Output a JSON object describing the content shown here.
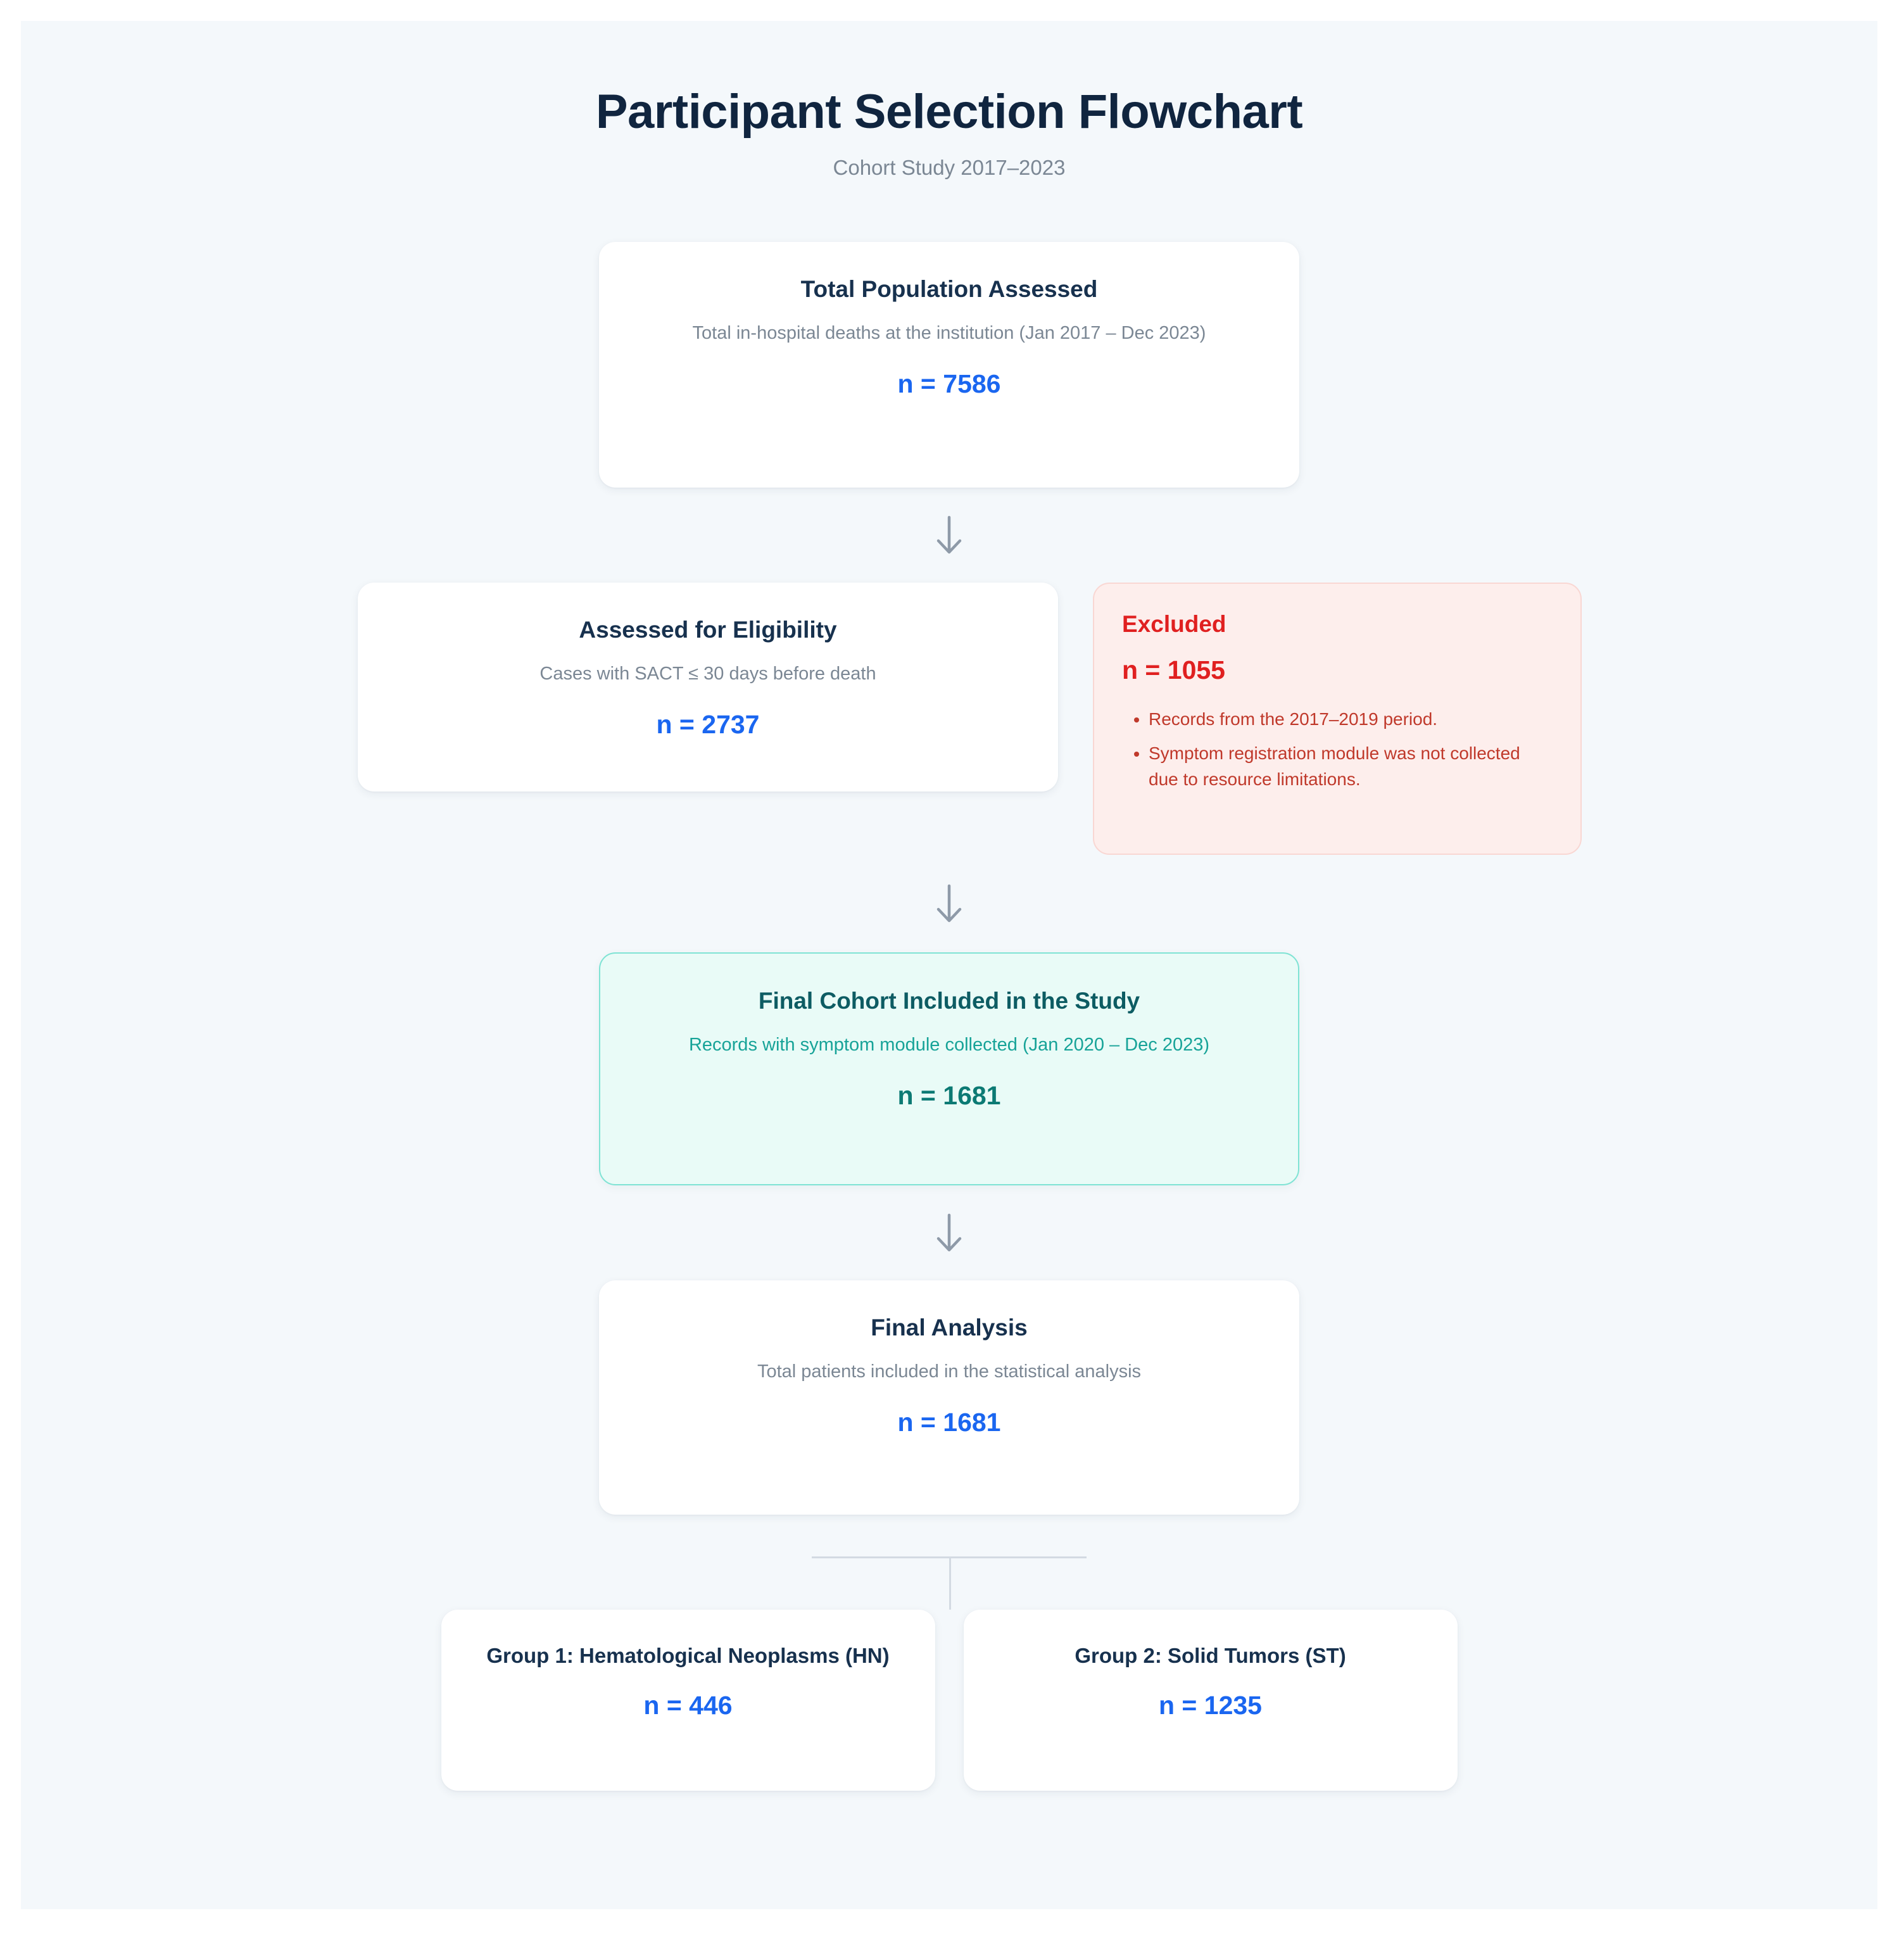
{
  "header": {
    "title": "Participant Selection Flowchart",
    "subtitle": "Cohort Study 2017–2023"
  },
  "colors": {
    "panel_background": "#f4f8fb",
    "title_text": "#10253f",
    "subtitle_text": "#7b8794",
    "node_title": "#17314e",
    "node_desc": "#7b8794",
    "count_blue": "#1a66f0",
    "excluded_red": "#e02020",
    "excluded_bg": "#fdeeec",
    "excluded_border": "#f9d7d3",
    "cohort_bg": "#e9fbf7",
    "cohort_border": "#7fe3d4",
    "cohort_title": "#0d5c63",
    "cohort_desc": "#17a398",
    "cohort_count": "#0c7a74",
    "connector": "#d3dae2",
    "arrow": "#8e9aa8"
  },
  "nodes": {
    "total": {
      "title": "Total Population Assessed",
      "description": "Total in-hospital deaths at the institution (Jan 2017 – Dec 2023)",
      "count": "n = 7586"
    },
    "eligible": {
      "title": "Assessed for Eligibility",
      "description": "Cases with SACT ≤ 30 days before death",
      "count": "n = 2737"
    },
    "excluded": {
      "title": "Excluded",
      "count": "n = 1055",
      "reasons": [
        "Records from the 2017–2019 period.",
        "Symptom registration module was not collected due to resource limitations."
      ]
    },
    "final_cohort": {
      "title": "Final Cohort Included in the Study",
      "description": "Records with symptom module collected (Jan 2020 – Dec 2023)",
      "count": "n = 1681"
    },
    "final_analysis": {
      "title": "Final Analysis",
      "description": "Total patients included in the statistical analysis",
      "count": "n = 1681"
    },
    "groups": [
      {
        "title": "Group 1: Hematological Neoplasms (HN)",
        "count": "n = 446"
      },
      {
        "title": "Group 2: Solid Tumors (ST)",
        "count": "n = 1235"
      }
    ]
  },
  "connectors": {
    "arrow_glyph": "down-arrow-icon"
  }
}
